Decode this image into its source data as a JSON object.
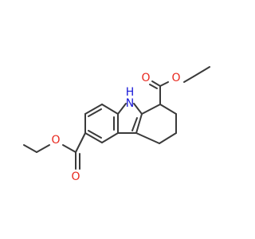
{
  "structure": {
    "atoms": {
      "O_carbonyl_upper": {
        "text": "O",
        "color": "#e8281e"
      },
      "O_ester_upper": {
        "text": "O",
        "color": "#e8281e"
      },
      "NH": {
        "text": "H\nN",
        "line1": "H",
        "line2": "N",
        "color": "#1818d8"
      },
      "O_ester_lower": {
        "text": "O",
        "color": "#e8281e"
      },
      "O_carbonyl_lower": {
        "text": "O",
        "color": "#e8281e"
      }
    },
    "bond_color": "#3a3a3a"
  }
}
